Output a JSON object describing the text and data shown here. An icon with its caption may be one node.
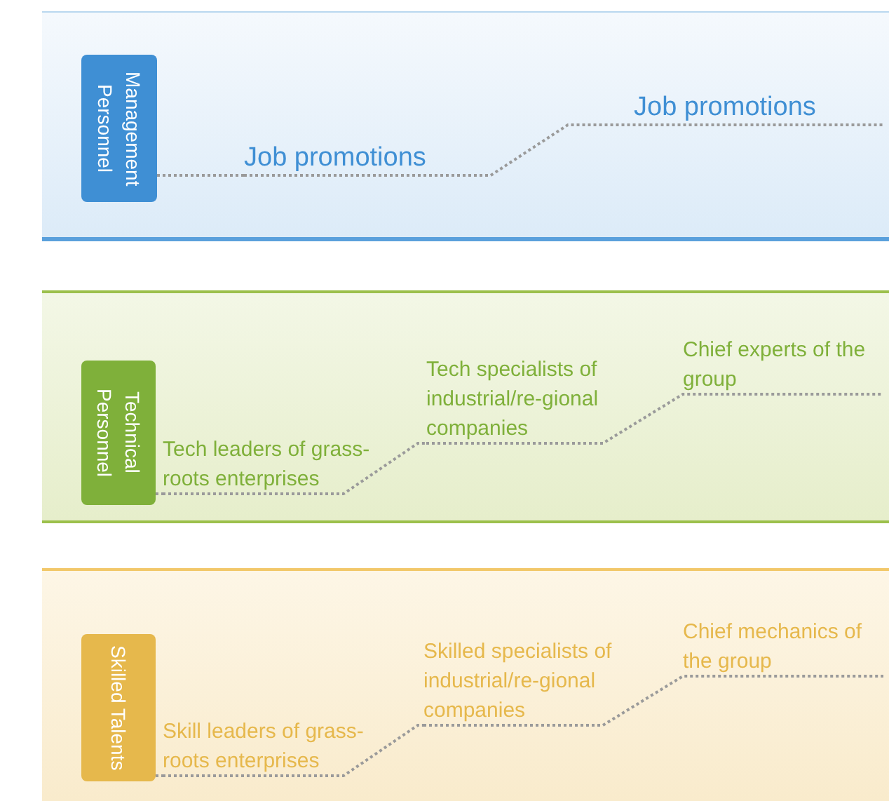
{
  "diagram": {
    "nodes": [
      {
        "text": [],
        "shape": "band"
      },
      {
        "text": [
          "Management Personnel"
        ],
        "in": 0
      },
      {
        "text": [
          "Job promotions"
        ],
        "in": 0
      },
      {
        "text": [
          "Job promotions"
        ],
        "in": 0
      },
      {
        "text": [],
        "shape": "band"
      },
      {
        "text": [
          "Technical Personnel"
        ],
        "in": 4
      },
      {
        "text": [
          "Tech leaders of grass-roots enterprises"
        ],
        "in": 4
      },
      {
        "text": [
          "Tech specialists of industrial/re-gional companies"
        ],
        "in": 4
      },
      {
        "text": [
          "Chief experts of the group"
        ],
        "in": 4
      },
      {
        "text": [],
        "shape": "band"
      },
      {
        "text": [
          "Skilled Talents"
        ],
        "in": 9
      },
      {
        "text": [
          "Skill leaders of grass-roots enterprises"
        ],
        "in": 9
      },
      {
        "text": [
          "Skilled specialists of industrial/re-gional companies"
        ],
        "in": 9
      },
      {
        "text": [
          "Chief mechanics of the group"
        ],
        "in": 9
      }
    ],
    "edges": [
      {
        "from": 1,
        "to": 2,
        "arrow": "none",
        "style": "dashed"
      },
      {
        "from": 2,
        "to": 3,
        "arrow": "none",
        "style": "dashed"
      },
      {
        "from": 5,
        "to": 6,
        "arrow": "none",
        "style": "dashed"
      },
      {
        "from": 6,
        "to": 7,
        "arrow": "none",
        "style": "dashed"
      },
      {
        "from": 7,
        "to": 8,
        "arrow": "none",
        "style": "dashed"
      },
      {
        "from": 10,
        "to": 11,
        "arrow": "none",
        "style": "dashed"
      },
      {
        "from": 11,
        "to": 12,
        "arrow": "none",
        "style": "dashed"
      },
      {
        "from": 12,
        "to": 13,
        "arrow": "none",
        "style": "dashed"
      }
    ]
  }
}
